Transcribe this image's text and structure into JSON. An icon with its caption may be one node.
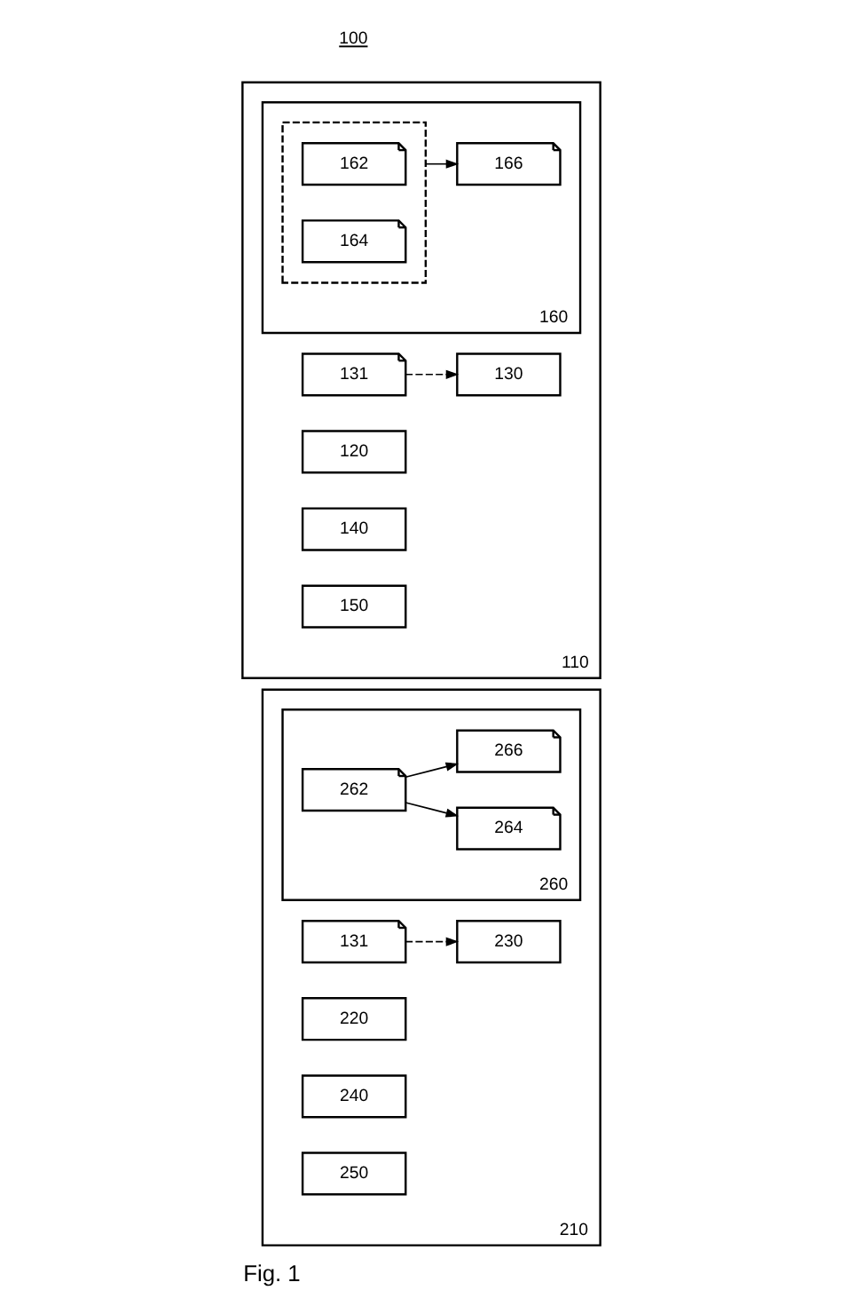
{
  "diagram": {
    "caption": "Fig. 1",
    "nodes": [
      {
        "text": [
          "110"
        ]
      },
      {
        "text": [
          "130"
        ],
        "in": 0
      },
      {
        "text": [
          "131"
        ],
        "in": 0
      },
      {
        "text": [
          "120"
        ],
        "in": 0
      },
      {
        "text": [
          "140"
        ],
        "in": 0
      },
      {
        "text": [
          "150"
        ],
        "in": 0
      },
      {
        "text": [
          "160"
        ],
        "in": 0
      },
      {
        "text": [],
        "shape": "box",
        "in": 6
      },
      {
        "text": [
          "162"
        ],
        "in": 7
      },
      {
        "text": [
          "164"
        ],
        "in": 7
      },
      {
        "text": [
          "166"
        ],
        "in": 6
      },
      {
        "text": [
          "210"
        ]
      },
      {
        "text": [
          "230"
        ],
        "in": 11
      },
      {
        "text": [
          "131"
        ],
        "in": 11
      },
      {
        "text": [
          "220"
        ],
        "in": 11
      },
      {
        "text": [
          "240"
        ],
        "in": 11
      },
      {
        "text": [
          "250"
        ],
        "in": 11
      },
      {
        "text": [
          "260"
        ],
        "in": 11
      },
      {
        "text": [
          "262"
        ],
        "in": 17
      },
      {
        "text": [
          "264"
        ],
        "in": 17
      },
      {
        "text": [
          "266"
        ],
        "in": 17
      }
    ],
    "edges": [
      {
        "from": 2,
        "to": 1,
        "arrow": "to",
        "style": "dashed"
      },
      {
        "from": 7,
        "to": 10,
        "arrow": "to"
      },
      {
        "from": 13,
        "to": 12,
        "arrow": "to",
        "style": "dashed"
      },
      {
        "from": 18,
        "to": 19,
        "arrow": "to"
      },
      {
        "from": 18,
        "to": 20,
        "arrow": "to"
      }
    ],
    "labels": [
      "100"
    ]
  }
}
